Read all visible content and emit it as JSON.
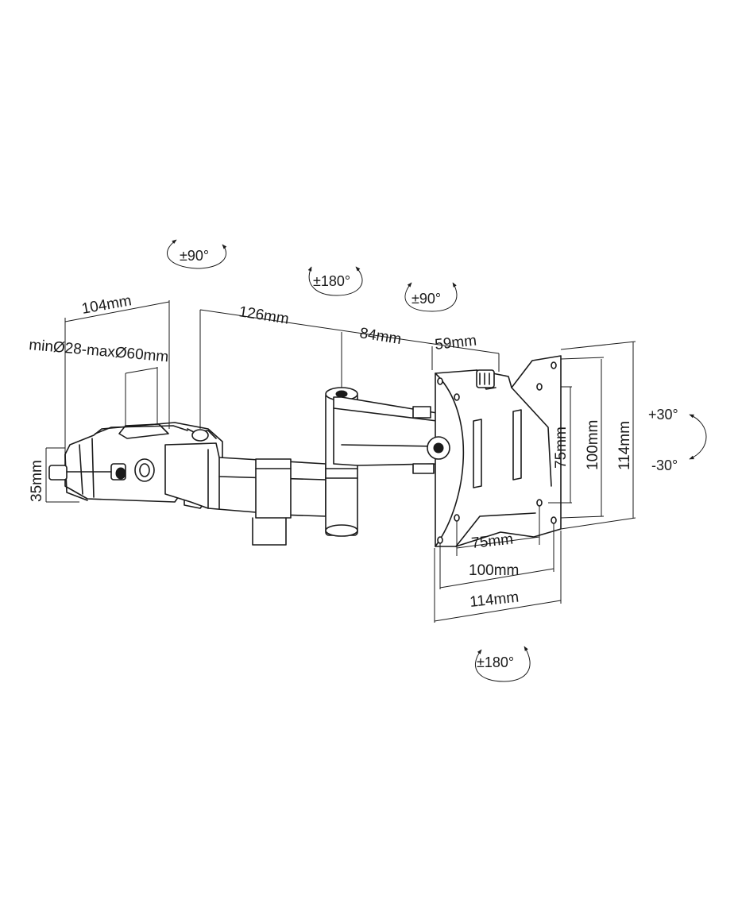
{
  "dimensions": {
    "clamp_width": "104mm",
    "clamp_range": "minØ28-maxØ60mm",
    "clamp_height": "35mm",
    "arm_1": "126mm",
    "arm_2": "84mm",
    "arm_3": "59mm",
    "vesa_75_vertical": "75mm",
    "vesa_100_vertical": "100mm",
    "plate_height": "114mm",
    "vesa_75_horizontal": "75mm",
    "vesa_100_horizontal": "100mm",
    "plate_width": "114mm"
  },
  "rotations": {
    "clamp_swivel": "±90°",
    "arm_swivel": "±180°",
    "head_swivel": "±90°",
    "rotation": "±180°",
    "tilt_up": "+30°",
    "tilt_down": "-30°"
  },
  "icons": [
    "rotation-arrow-icon",
    "tilt-arrow-icon"
  ]
}
